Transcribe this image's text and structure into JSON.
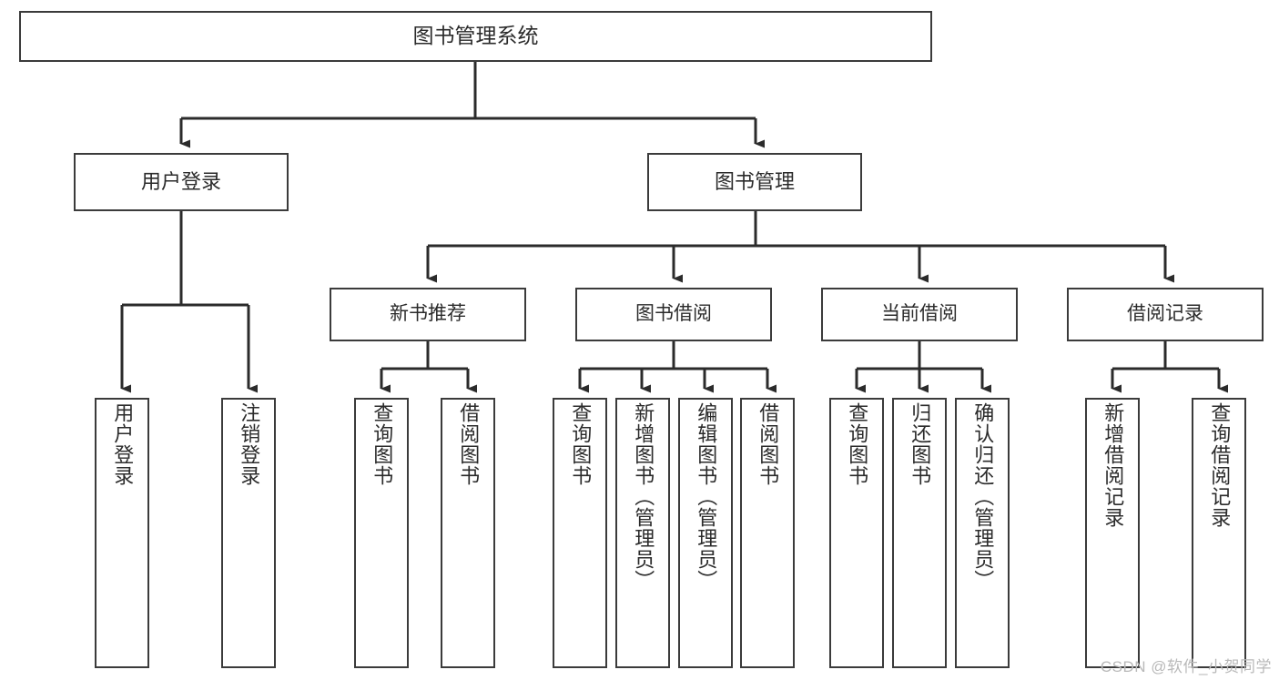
{
  "diagram": {
    "title": "图书管理系统",
    "type": "tree-hierarchy",
    "orientation": "top-down",
    "colors": {
      "box_border": "#3b3b3b",
      "box_fill": "#ffffff",
      "connector": "#2b2b2b",
      "text": "#2b2b2b",
      "watermark": "#b9b9b9",
      "background": "#ffffff"
    },
    "root": {
      "label": "图书管理系统"
    },
    "level1": [
      {
        "id": "user-login",
        "label": "用户登录"
      },
      {
        "id": "book-management",
        "label": "图书管理"
      }
    ],
    "level2": [
      {
        "id": "new-book-recommend",
        "label": "新书推荐",
        "parent": "book-management"
      },
      {
        "id": "book-borrow",
        "label": "图书借阅",
        "parent": "book-management"
      },
      {
        "id": "current-borrow",
        "label": "当前借阅",
        "parent": "book-management"
      },
      {
        "id": "borrow-record",
        "label": "借阅记录",
        "parent": "book-management"
      }
    ],
    "leaves": [
      {
        "id": "leaf-user-login",
        "label": "用户登录",
        "parent": "user-login"
      },
      {
        "id": "leaf-logout-login",
        "label": "注销登录",
        "parent": "user-login"
      },
      {
        "id": "leaf-query-book-1",
        "label": "查询图书",
        "parent": "new-book-recommend"
      },
      {
        "id": "leaf-borrow-book-1",
        "label": "借阅图书",
        "parent": "new-book-recommend"
      },
      {
        "id": "leaf-query-book-2",
        "label": "查询图书",
        "parent": "book-borrow"
      },
      {
        "id": "leaf-add-book",
        "label": "新增图书（管理员）",
        "parent": "book-borrow"
      },
      {
        "id": "leaf-edit-book",
        "label": "编辑图书（管理员）",
        "parent": "book-borrow"
      },
      {
        "id": "leaf-borrow-book-2",
        "label": "借阅图书",
        "parent": "book-borrow"
      },
      {
        "id": "leaf-query-book-3",
        "label": "查询图书",
        "parent": "current-borrow"
      },
      {
        "id": "leaf-return-book",
        "label": "归还图书",
        "parent": "current-borrow"
      },
      {
        "id": "leaf-confirm-return",
        "label": "确认归还（管理员）",
        "parent": "current-borrow"
      },
      {
        "id": "leaf-add-record",
        "label": "新增借阅记录",
        "parent": "borrow-record"
      },
      {
        "id": "leaf-query-record",
        "label": "查询借阅记录",
        "parent": "borrow-record"
      }
    ],
    "watermark": "CSDN @软件_小贺同学"
  }
}
